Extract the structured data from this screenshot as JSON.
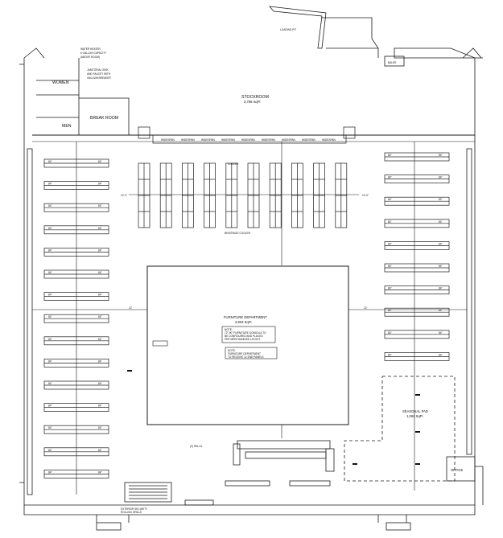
{
  "plan": {
    "loading_pit": "LOADING PIT",
    "baler": "BALER",
    "water_heater": [
      "WATER HEATER",
      "6 GALLON CAPACITY",
      "(ABOVE ROOM)"
    ],
    "janitorial": [
      "JANITORIAL SINK",
      "AND FAUCET WITH",
      "VACUUM BREAKER"
    ],
    "women": "WOMEN",
    "men": "MEN",
    "break_room": "BREAK ROOM",
    "stockroom": {
      "name": "STOCKROOM",
      "area": "3,756 SqFt"
    },
    "widespan_label": "WIDESPAN",
    "cooler_label": "COOLER",
    "beverage_label": "BEVERAGE COOLER",
    "furniture": {
      "name": "FURNITURE DEPARTMENT",
      "area": "3,903 SqFt",
      "note1": [
        "NOTE:",
        "72\"-90\" FURNITURE GONDOLA TO",
        "BE CONFIGURED AND PLACED",
        "PER MERCHANDISE LAYOUT."
      ],
      "note2": [
        "NOTE:",
        "FURNITURE DEPARTMENT",
        "TO RECEIVE 12 END PANELS"
      ]
    },
    "seasonal": {
      "name": "SEASONAL PAD",
      "area": "1,062 SqFt"
    },
    "office": "OFFICE",
    "exterior_grille": [
      "EXTERIOR SECURITY",
      "ROLLING GRILLE"
    ],
    "checkout_label": "(3) HELLO",
    "dim_label": "12'",
    "dim_label_2": "12'-0\"",
    "fixture_label": "84\""
  }
}
